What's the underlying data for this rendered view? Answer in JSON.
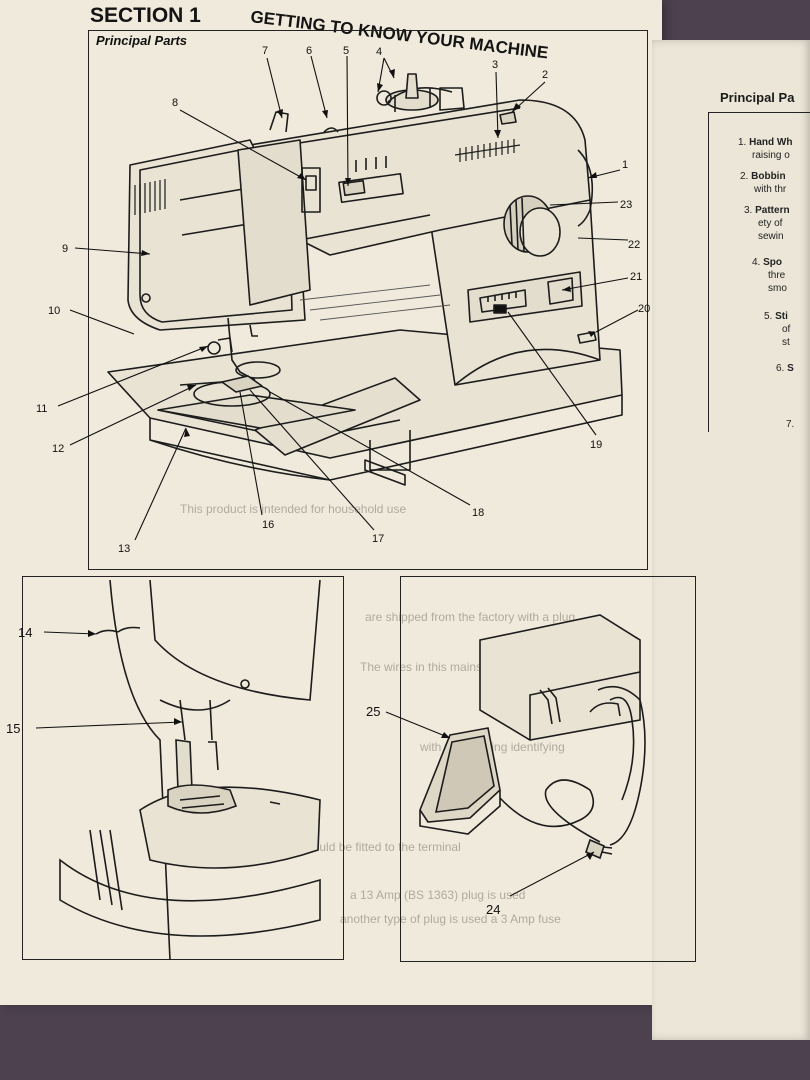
{
  "header": {
    "section": "SECTION 1",
    "title": "GETTING TO KNOW YOUR MACHINE",
    "subtitle": "Principal Parts"
  },
  "callouts": [
    "1",
    "2",
    "3",
    "4",
    "5",
    "6",
    "7",
    "8",
    "9",
    "10",
    "11",
    "12",
    "13",
    "16",
    "17",
    "18",
    "19",
    "20",
    "21",
    "22",
    "23"
  ],
  "inset_callouts": [
    "14",
    "15",
    "24",
    "25"
  ],
  "show_through": [
    "This product is intended for household use",
    "are shipped from the factory with a plug",
    "The wires in this mains lead are coloured",
    "with the marking identifying",
    "should be fitted to the terminal",
    "a 13 Amp (BS 1363) plug is used",
    "another type of plug is used a 3 Amp fuse"
  ],
  "right_page": {
    "title": "Principal Pa",
    "items": [
      {
        "num": "1.",
        "label": "Hand Wh",
        "desc": "raising o"
      },
      {
        "num": "2.",
        "label": "Bobbin",
        "desc": "with thr"
      },
      {
        "num": "3.",
        "label": "Pattern",
        "desc": "ety of"
      },
      {
        "num": "",
        "label": "",
        "desc": "sewin"
      },
      {
        "num": "4.",
        "label": "Spo",
        "desc": "thre"
      },
      {
        "num": "",
        "label": "",
        "desc": "smo"
      },
      {
        "num": "5.",
        "label": "Sti",
        "desc": "of"
      },
      {
        "num": "",
        "label": "",
        "desc": "st"
      },
      {
        "num": "6.",
        "label": "S",
        "desc": ""
      },
      {
        "num": "7.",
        "label": "",
        "desc": ""
      }
    ]
  }
}
